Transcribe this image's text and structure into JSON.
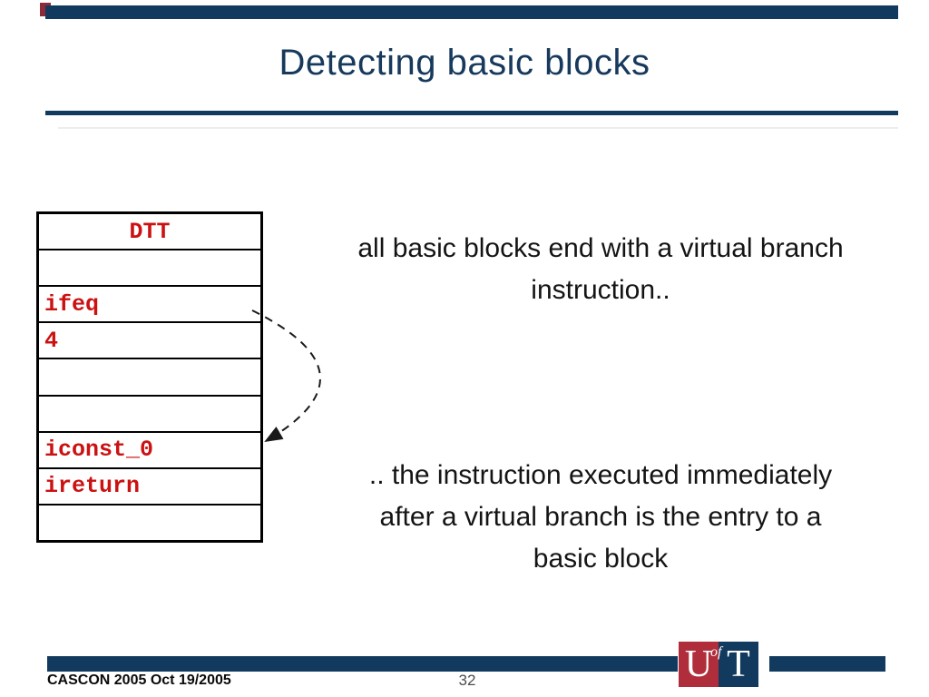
{
  "slide": {
    "title": "Detecting basic blocks",
    "footer": {
      "left": "CASCON 2005 Oct 19/2005",
      "page_number": "32"
    },
    "logo": {
      "u": "U",
      "of": "of",
      "t": "T"
    }
  },
  "dtt_table": {
    "header": "DTT",
    "rows": [
      "",
      "ifeq",
      "4",
      "",
      "",
      "iconst_0",
      "ireturn",
      ""
    ]
  },
  "body": {
    "top_paragraph": {
      "lines": [
        "all basic blocks end with a virtual branch",
        "instruction.."
      ]
    },
    "bottom_paragraph": {
      "lines": [
        ".. the instruction executed immediately",
        "after a virtual branch is the entry to a",
        "basic block"
      ]
    }
  },
  "annotation": {
    "branch_arrow": "dashed arc from ifeq row to iconst_0 row"
  },
  "colors": {
    "navy": "#123a5e",
    "code_red": "#cc1111",
    "logo_red": "#b02e3c",
    "page_number_gray": "#4d4d4d"
  }
}
